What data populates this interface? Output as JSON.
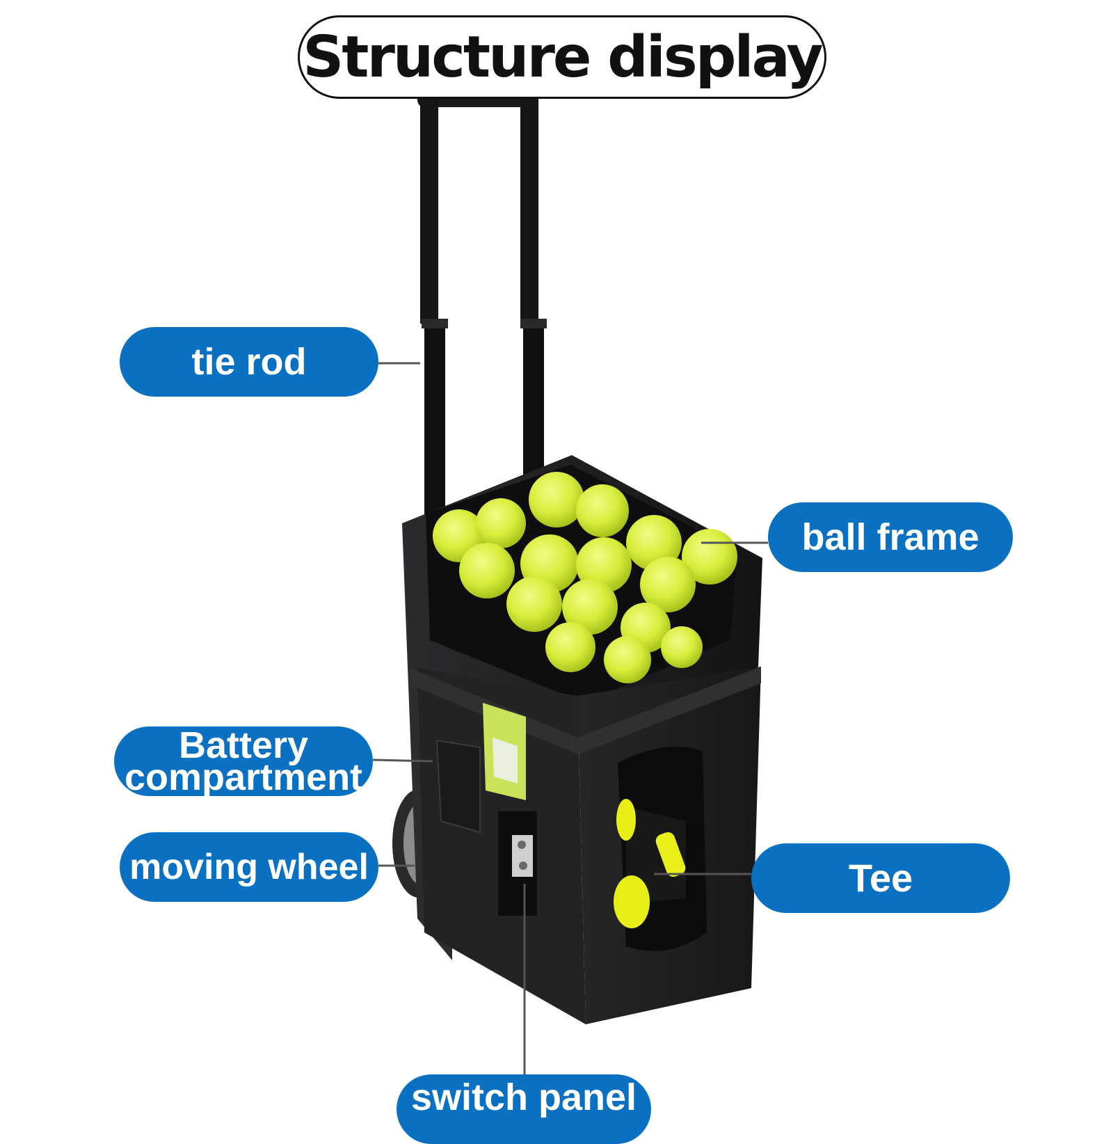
{
  "title": "Structure display",
  "labels": {
    "tie_rod": "tie rod",
    "battery_line1": "Battery",
    "battery_line2": "compartment",
    "moving_wheel": "moving wheel",
    "ball_frame": "ball frame",
    "tee": "Tee",
    "switch_panel": "switch panel"
  },
  "colors": {
    "pill": "#0a70c2",
    "machine": "#1f1f21",
    "ball": "#d7ec3a"
  }
}
